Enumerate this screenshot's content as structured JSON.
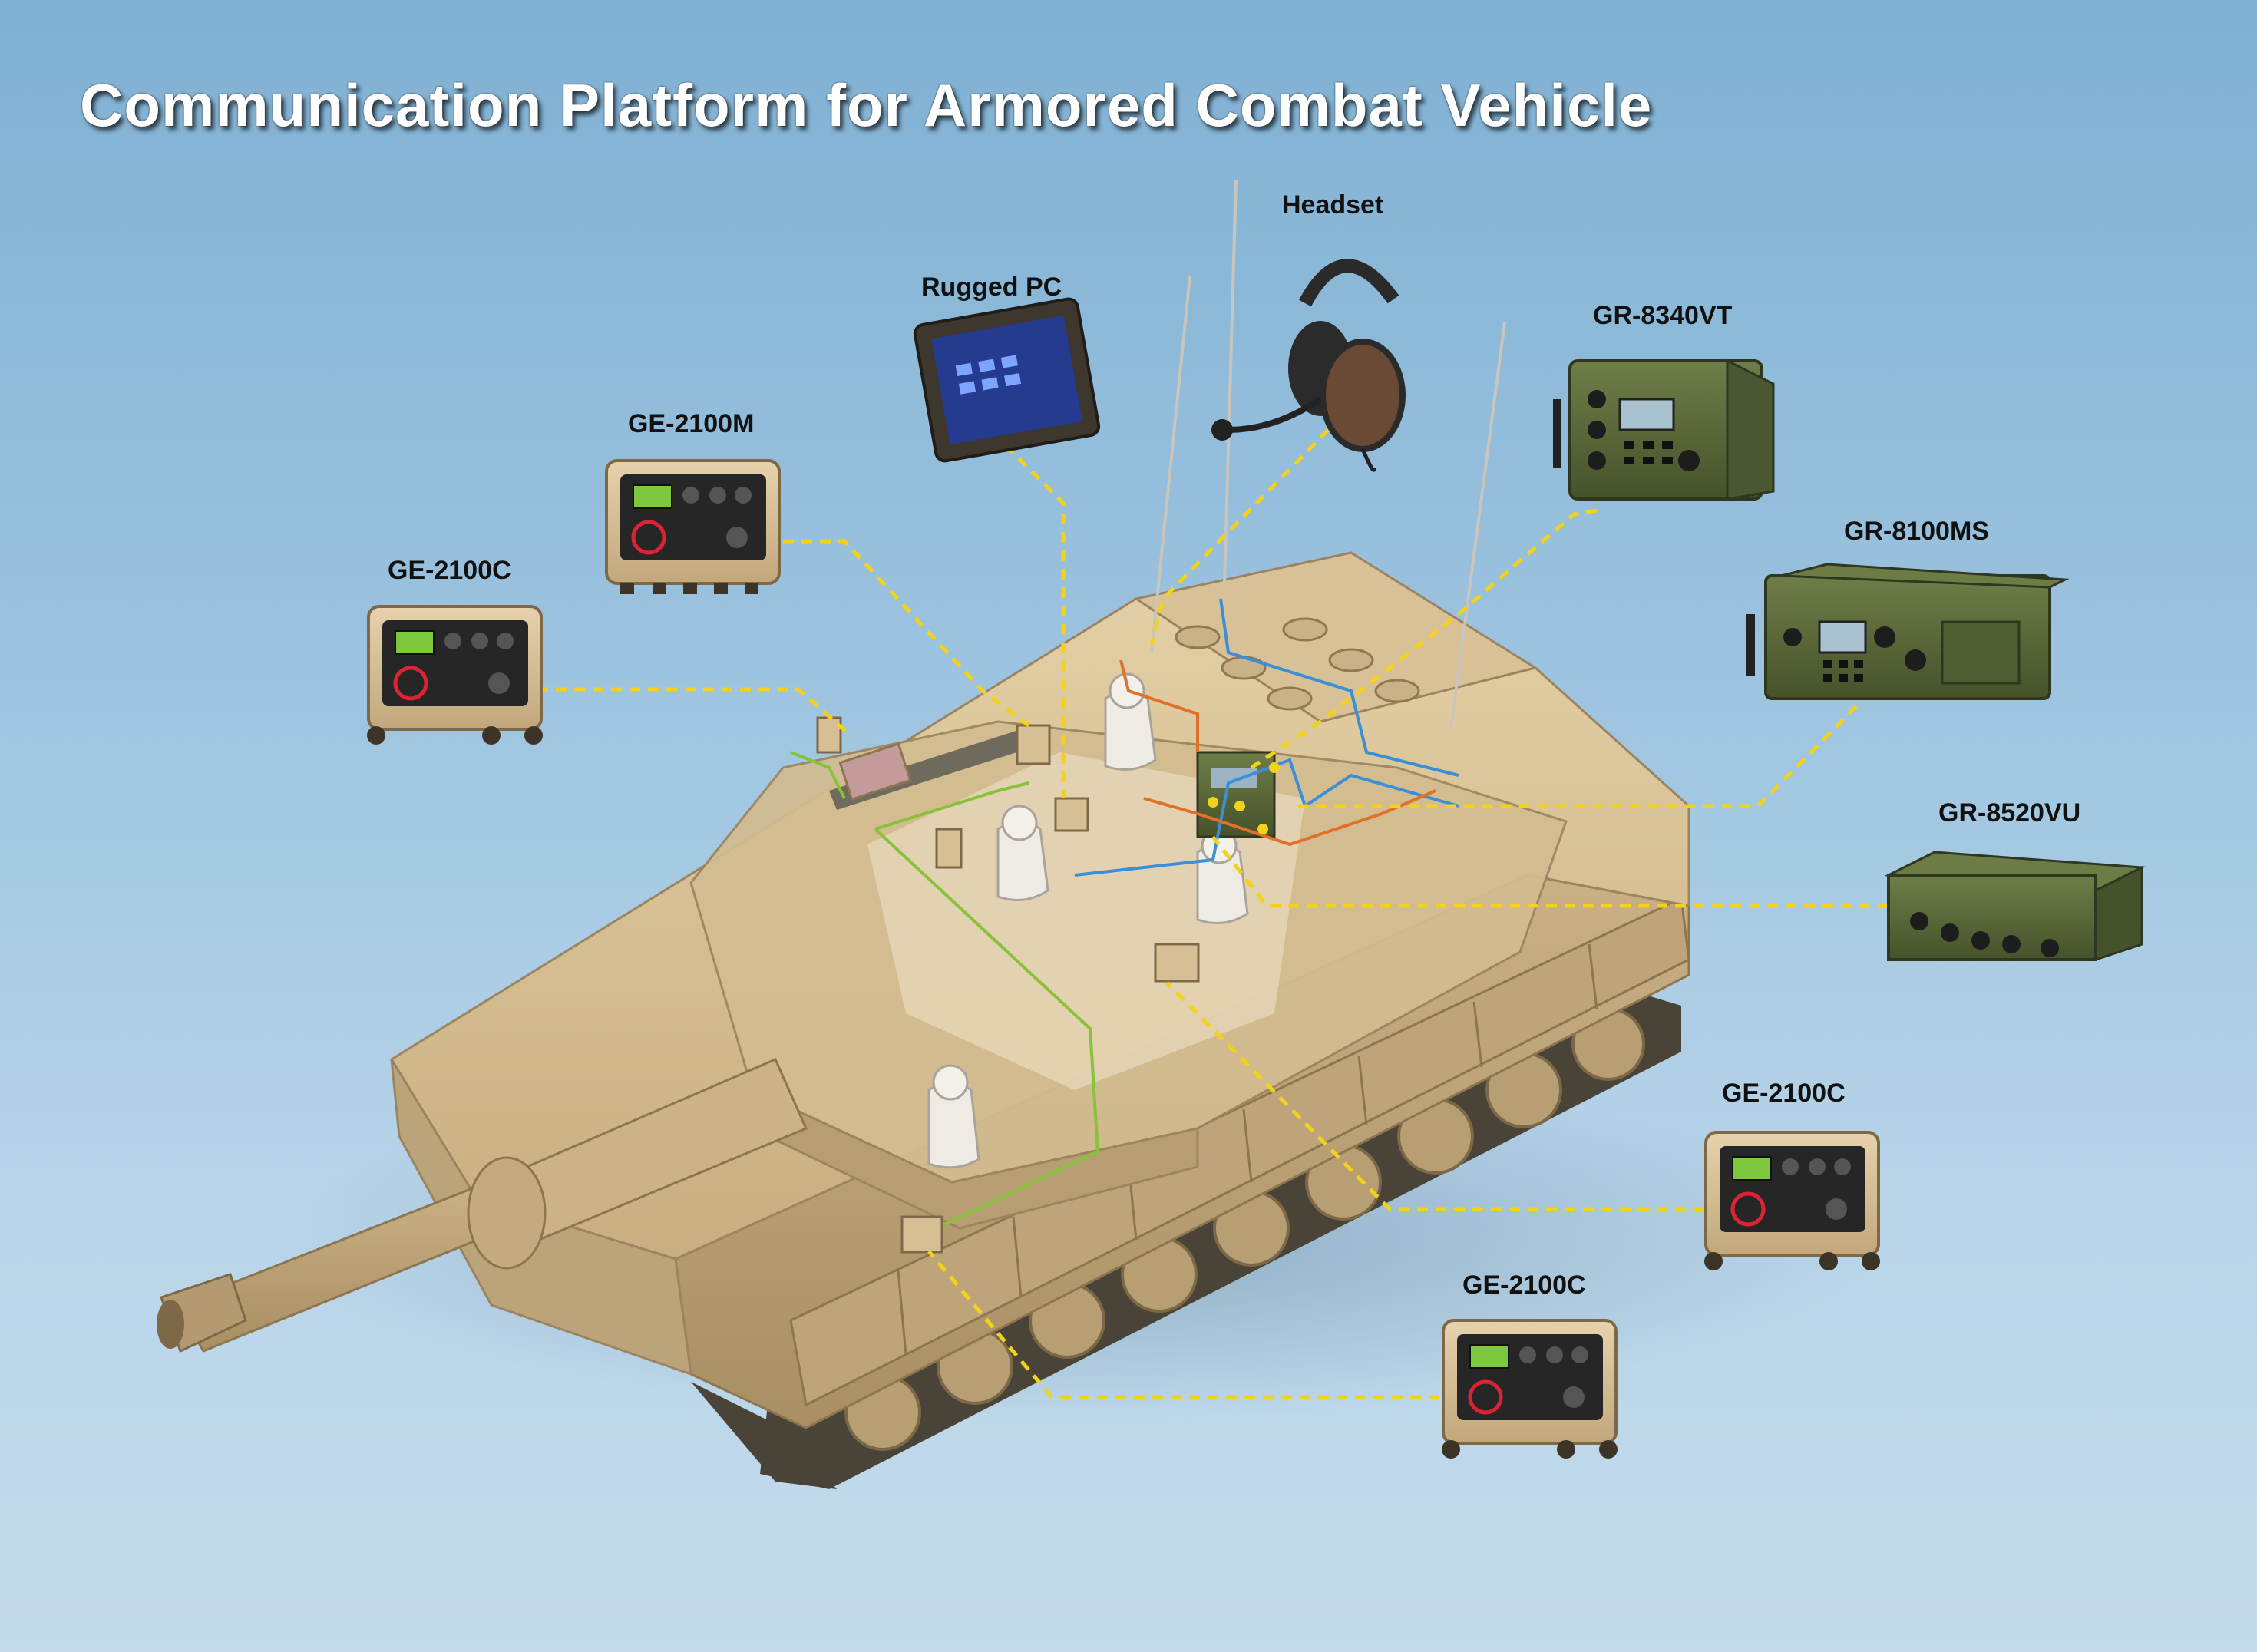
{
  "title": "Communication Platform for Armored Combat Vehicle",
  "labels": {
    "headset": "Headset",
    "rugged_pc": "Rugged PC",
    "gr8340vt": "GR-8340VT",
    "ge2100m": "GE-2100M",
    "ge2100c_left": "GE-2100C",
    "gr8100ms": "GR-8100MS",
    "gr8520vu": "GR-8520VU",
    "ge2100c_right": "GE-2100C",
    "ge2100c_bottom": "GE-2100C"
  },
  "colors": {
    "connector_line": "#f2d21a",
    "tank_body": "#cdb588",
    "radio_green": "#5c6b3a",
    "console_tan": "#d8c19b",
    "cable_blue": "#3b8fd8",
    "cable_orange": "#e0702a",
    "cable_green": "#86c23a"
  }
}
